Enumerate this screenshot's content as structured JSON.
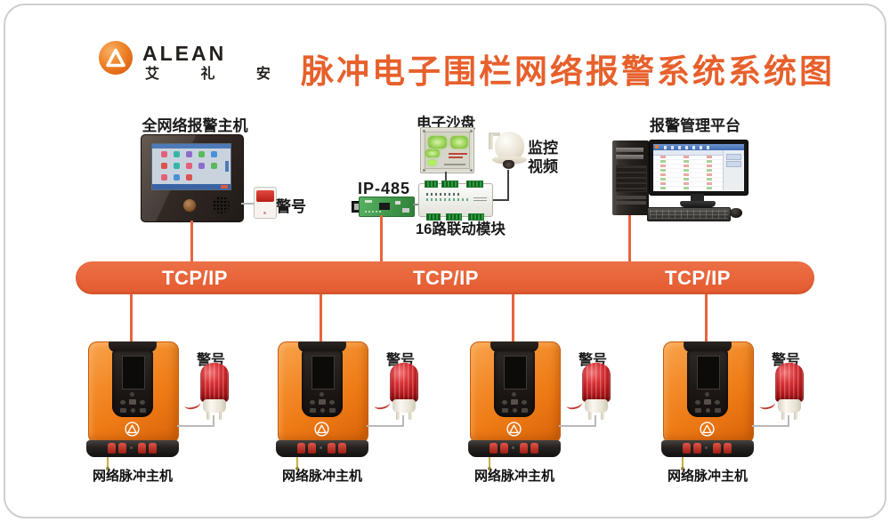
{
  "brand": {
    "name": "ALEAN",
    "cn": "艾 礼 安"
  },
  "title": "脉冲电子围栏网络报警系统系统图",
  "colors": {
    "title_orange": "#e7602c",
    "bus_orange": "#e7643c",
    "device_orange": "#f08124",
    "beacon_red": "#c2221f"
  },
  "top_row": {
    "alarm_host_label": "全网络报警主机",
    "alarm_host_siren_label": "警号",
    "sand_table_label": "电子沙盘",
    "camera_label_1": "监控",
    "camera_label_2": "视频",
    "ip485_label": "IP-485",
    "linkage_label": "16路联动模块",
    "management_label": "报警管理平台"
  },
  "bus": {
    "labels": [
      "TCP/IP",
      "TCP/IP",
      "TCP/IP"
    ]
  },
  "pulse_hosts": [
    {
      "label": "网络脉冲主机",
      "siren_label": "警号"
    },
    {
      "label": "网络脉冲主机",
      "siren_label": "警号"
    },
    {
      "label": "网络脉冲主机",
      "siren_label": "警号"
    },
    {
      "label": "网络脉冲主机",
      "siren_label": "警号"
    }
  ]
}
